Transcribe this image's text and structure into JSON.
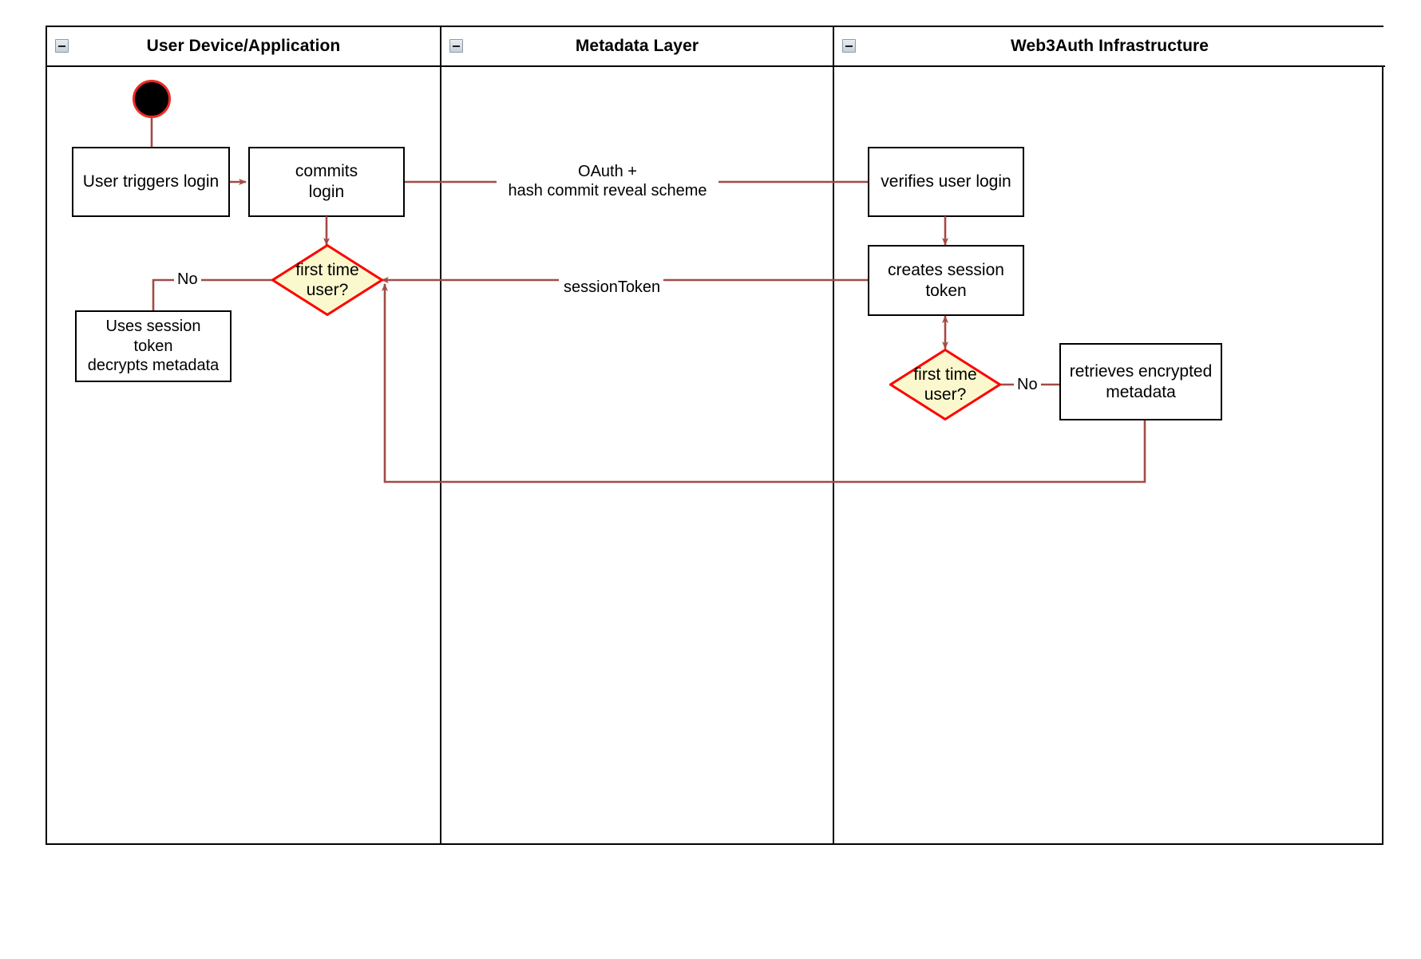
{
  "diagram": {
    "type": "uml-activity-swimlane",
    "lanes": [
      {
        "id": "user-device",
        "title": "User Device/Application",
        "collapse_icon": "collapse-minus-icon"
      },
      {
        "id": "metadata-layer",
        "title": "Metadata Layer",
        "collapse_icon": "collapse-minus-icon"
      },
      {
        "id": "web3auth",
        "title": "Web3Auth Infrastructure",
        "collapse_icon": "collapse-minus-icon"
      }
    ],
    "nodes": [
      {
        "id": "start",
        "kind": "initial-node",
        "label": ""
      },
      {
        "id": "user-triggers-login",
        "kind": "action",
        "label": "User triggers login"
      },
      {
        "id": "commits-login",
        "kind": "action",
        "label": "commits\nlogin"
      },
      {
        "id": "first-time-user-left",
        "kind": "decision",
        "label": "first time\nuser?"
      },
      {
        "id": "uses-session-token",
        "kind": "action",
        "label": "Uses session\ntoken\ndecrypts metadata"
      },
      {
        "id": "verifies-user-login",
        "kind": "action",
        "label": "verifies user login"
      },
      {
        "id": "creates-session-token",
        "kind": "action",
        "label": "creates session\ntoken"
      },
      {
        "id": "first-time-user-right",
        "kind": "decision",
        "label": "first time\nuser?"
      },
      {
        "id": "retrieves-encrypted-metadata",
        "kind": "action",
        "label": "retrieves encrypted\nmetadata"
      }
    ],
    "edges": [
      {
        "id": "e-start-to-trigger",
        "from": "start",
        "to": "user-triggers-login",
        "label": ""
      },
      {
        "id": "e-trigger-to-commits",
        "from": "user-triggers-login",
        "to": "commits-login",
        "label": ""
      },
      {
        "id": "e-commits-to-verifies",
        "from": "commits-login",
        "to": "verifies-user-login",
        "label": "OAuth +\nhash commit reveal scheme"
      },
      {
        "id": "e-commits-to-decision",
        "from": "commits-login",
        "to": "first-time-user-left",
        "label": ""
      },
      {
        "id": "e-decision-to-uses",
        "from": "first-time-user-left",
        "to": "uses-session-token",
        "label": "No"
      },
      {
        "id": "e-verifies-to-creates",
        "from": "verifies-user-login",
        "to": "creates-session-token",
        "label": ""
      },
      {
        "id": "e-creates-to-decision-left",
        "from": "creates-session-token",
        "to": "first-time-user-left",
        "label": "sessionToken"
      },
      {
        "id": "e-creates-to-decision-right",
        "from": "creates-session-token",
        "to": "first-time-user-right",
        "label": ""
      },
      {
        "id": "e-decision-right-to-retrieves",
        "from": "first-time-user-right",
        "to": "retrieves-encrypted-metadata",
        "label": "No"
      },
      {
        "id": "e-retrieves-to-decision-left",
        "from": "retrieves-encrypted-metadata",
        "to": "first-time-user-left",
        "label": ""
      }
    ],
    "colors": {
      "lane_border": "#000000",
      "node_border": "#000000",
      "node_fill": "#ffffff",
      "decision_border": "#ff0000",
      "decision_fill": "#fbf8cd",
      "edge": "#a24b46",
      "start_ring": "#ec2b25",
      "start_fill": "#000000",
      "text": "#000000"
    }
  }
}
